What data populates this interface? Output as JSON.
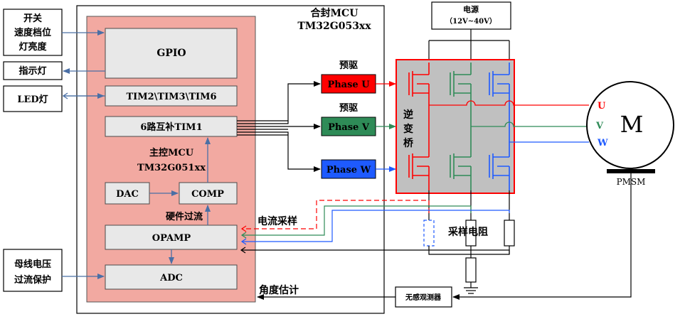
{
  "left": {
    "switch_box": [
      "开关",
      "速度档位",
      "灯亮度"
    ],
    "indicator": "指示灯",
    "led": "LED灯",
    "bus_box": [
      "母线电压",
      "过流保护"
    ]
  },
  "sealed_mcu": {
    "title": "合封MCU",
    "part": "TM32G053xx"
  },
  "main_mcu": {
    "gpio": "GPIO",
    "tim": "TIM2\\TIM3\\TIM6",
    "tim1": "6路互补TIM1",
    "ctrl_title": "主控MCU",
    "ctrl_part": "TM32G051xx",
    "dac": "DAC",
    "comp": "COMP",
    "hw_oc": "硬件过流",
    "opamp": "OPAMP",
    "adc": "ADC"
  },
  "drivers": {
    "pre_driver": "预驱",
    "phase_u": "Phase U",
    "phase_v": "Phase V",
    "phase_w": "Phase W",
    "colors": {
      "u": "#ff0000",
      "v": "#2e8b57",
      "w": "#1e5aff"
    }
  },
  "power": {
    "label": "电源",
    "range": "（12V~40V）"
  },
  "inverter": [
    "逆",
    "变",
    "桥"
  ],
  "motor": {
    "letter": "M",
    "model": "PMSM",
    "u": "U",
    "v": "V",
    "w": "W"
  },
  "current_sampling": "电流采样",
  "sampling_resistor": "采样电阻",
  "angle_estimate": "角度估计",
  "observer": "无感观测器"
}
